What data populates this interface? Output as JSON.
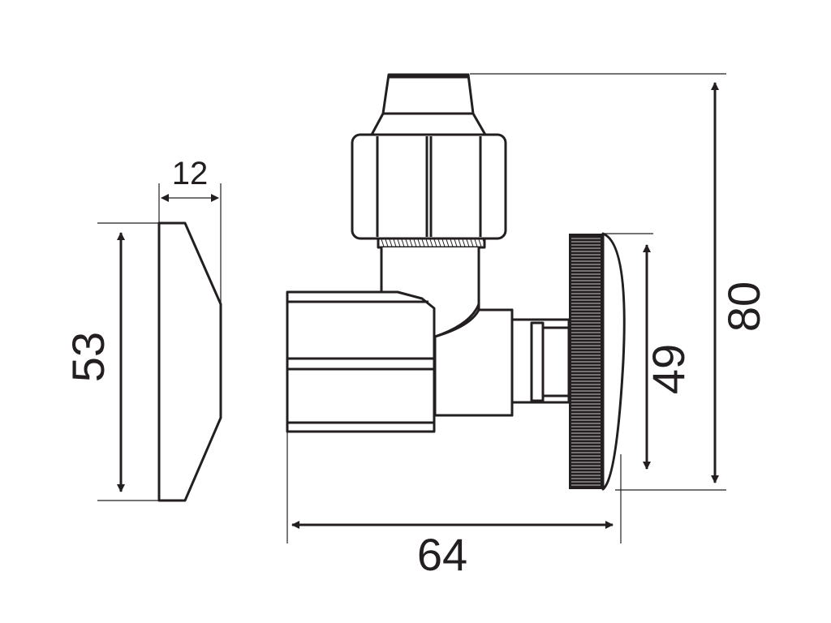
{
  "colors": {
    "line": "#231f20",
    "background": "#ffffff"
  },
  "dimensions": {
    "flange_thickness": "12",
    "flange_height": "53",
    "body_length": "64",
    "handwheel_diameter": "49",
    "overall_height": "80"
  }
}
